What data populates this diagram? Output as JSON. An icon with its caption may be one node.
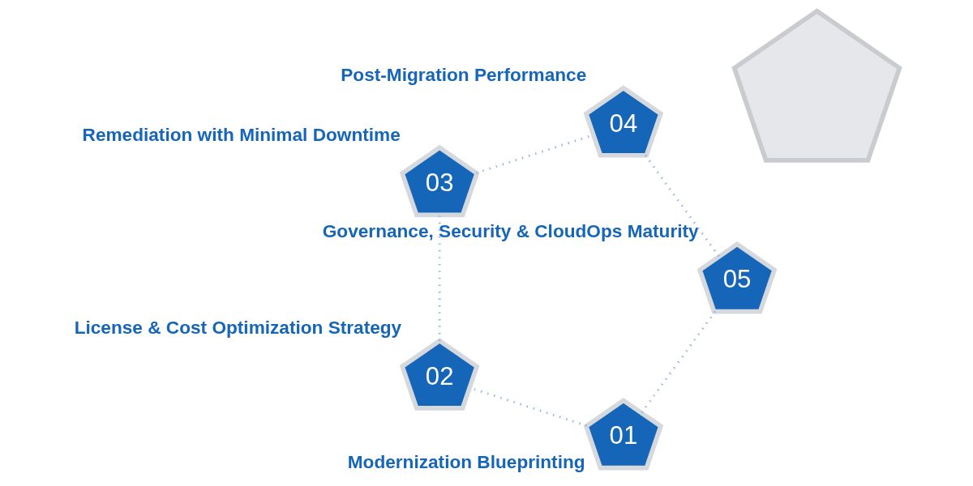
{
  "diagram": {
    "nodes": [
      {
        "text": [
          "01"
        ],
        "beside": [
          "Modernization Blueprinting"
        ]
      },
      {
        "text": [
          "02"
        ],
        "beside": [
          "License & Cost Optimization Strategy"
        ]
      },
      {
        "text": [
          "03"
        ],
        "beside": [
          "Remediation with Minimal Downtime"
        ]
      },
      {
        "text": [
          "04"
        ],
        "beside": [
          "Post-Migration Performance"
        ]
      },
      {
        "text": [
          "05"
        ],
        "beside": [
          "Governance, Security & CloudOps Maturity"
        ]
      },
      {
        "text": [],
        "shape": "pentagon"
      }
    ],
    "edges": [
      {
        "from": 0,
        "to": 1,
        "arrow": "none",
        "style": "dashed"
      },
      {
        "from": 1,
        "to": 2,
        "arrow": "none",
        "style": "dashed"
      },
      {
        "from": 2,
        "to": 3,
        "arrow": "none",
        "style": "dashed"
      },
      {
        "from": 3,
        "to": 4,
        "arrow": "none",
        "style": "dashed"
      },
      {
        "from": 4,
        "to": 0,
        "arrow": "none",
        "style": "dashed"
      }
    ]
  }
}
